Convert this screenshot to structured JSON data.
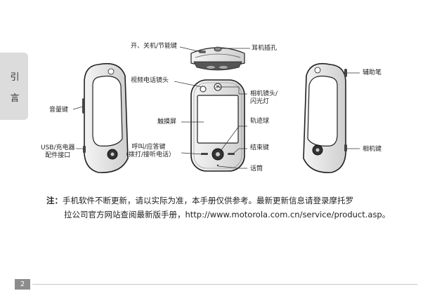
{
  "side_tab": {
    "chars": [
      "引",
      "言"
    ]
  },
  "labels": {
    "power_key": "开、关机/节能键",
    "earphone_jack": "耳机插孔",
    "video_camera": "视频电话镜头",
    "stylus": "辅助笔",
    "camera_flash": "相机镜头/\n闪光灯",
    "volume_key": "音量键",
    "touchscreen": "触摸屏",
    "trackball": "轨迹球",
    "usb_port": "USB/充电器\n配件接口",
    "call_key": "呼叫/应答键\n（拨打/接听电话）",
    "end_key": "结束键",
    "camera_key": "相机键",
    "microphone": "话筒"
  },
  "note": {
    "head": "注：",
    "line1": "手机软件不断更新，请以实际为准，本手册仅供参考。最新更新信息请登录摩托罗",
    "line2": "拉公司官方网站查阅最新版手册，http://www.motorola.com.cn/service/product.asp。"
  },
  "page_number": "2"
}
